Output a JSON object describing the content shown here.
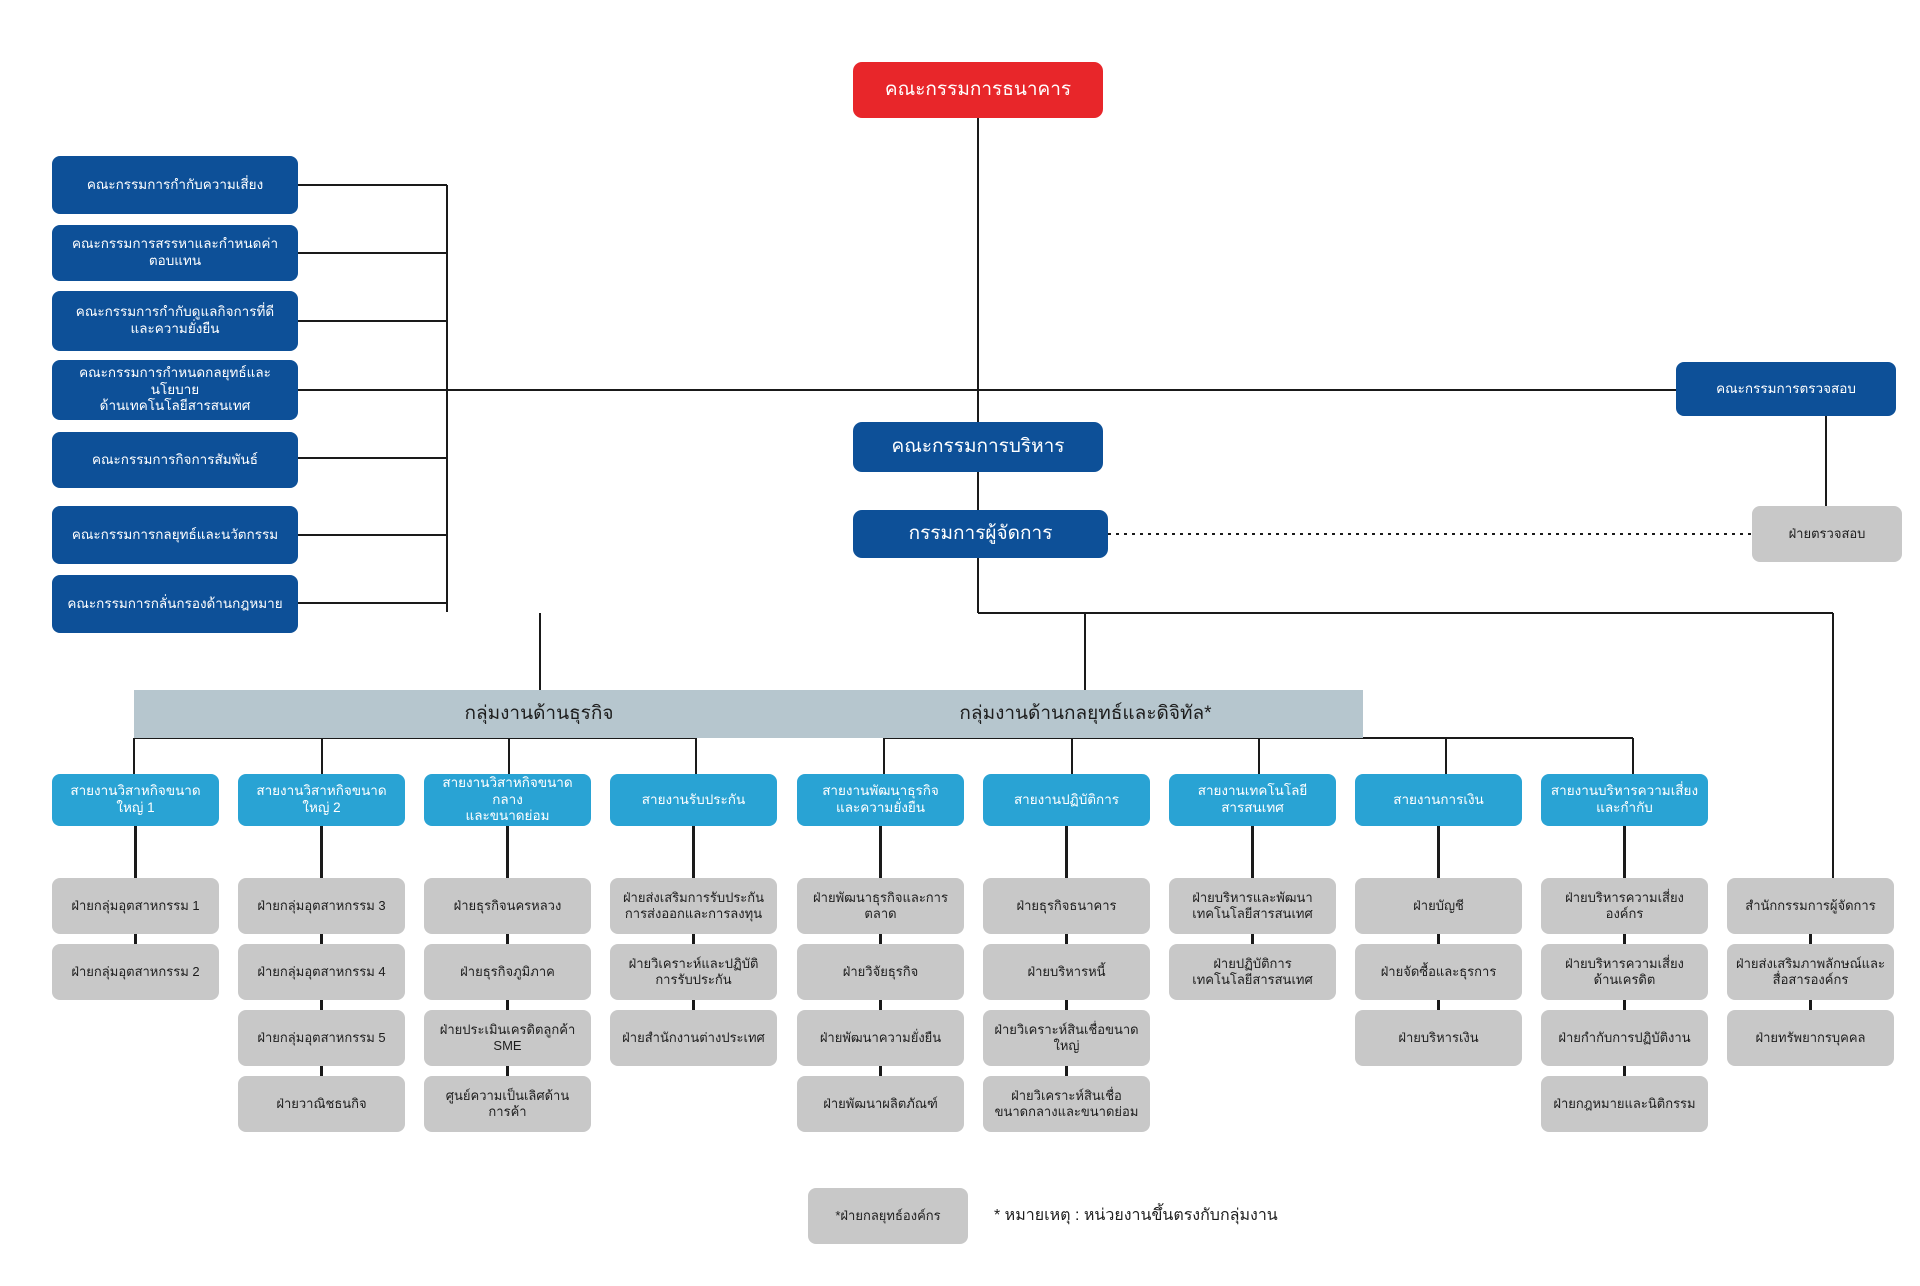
{
  "colors": {
    "root": "#e8262a",
    "blue": "#0d5098",
    "cyan": "#29a3d4",
    "group_header": "#b6c6ce",
    "gray": "#c8c8c8",
    "line": "#1a1a1a",
    "text_light": "#ffffff",
    "text_dark": "#1d1d1d"
  },
  "root": {
    "label": "คณะกรรมการธนาคาร"
  },
  "board_committees": [
    {
      "label": "คณะกรรมการกำกับความเสี่ยง"
    },
    {
      "label": "คณะกรรมการสรรหาและกำหนดค่าตอบแทน"
    },
    {
      "label": "คณะกรรมการกำกับดูแลกิจการที่ดี\nและความยั่งยืน"
    },
    {
      "label": "คณะกรรมการกำหนดกลยุทธ์และนโยบาย\nด้านเทคโนโลยีสารสนเทศ"
    },
    {
      "label": "คณะกรรมการกิจการสัมพันธ์"
    },
    {
      "label": "คณะกรรมการกลยุทธ์และนวัตกรรม"
    },
    {
      "label": "คณะกรรมการกลั่นกรองด้านกฎหมาย"
    }
  ],
  "executive": {
    "label": "คณะกรรมการบริหาร"
  },
  "managing_director": {
    "label": "กรรมการผู้จัดการ"
  },
  "audit_committee": {
    "label": "คณะกรรมการตรวจสอบ"
  },
  "audit_department": {
    "label": "ฝ่ายตรวจสอบ"
  },
  "groups": [
    {
      "label": "กลุ่มงานด้านธุรกิจ"
    },
    {
      "label": "กลุ่มงานด้านกลยุทธ์และดิจิทัล*"
    }
  ],
  "divisions": [
    {
      "label": "สายงานวิสาหกิจขนาดใหญ่ 1",
      "departments": [
        "ฝ่ายกลุ่มอุตสาหกรรม 1",
        "ฝ่ายกลุ่มอุตสาหกรรม 2"
      ]
    },
    {
      "label": "สายงานวิสาหกิจขนาดใหญ่ 2",
      "departments": [
        "ฝ่ายกลุ่มอุตสาหกรรม 3",
        "ฝ่ายกลุ่มอุตสาหกรรม 4",
        "ฝ่ายกลุ่มอุตสาหกรรม 5",
        "ฝ่ายวาณิชธนกิจ"
      ]
    },
    {
      "label": "สายงานวิสาหกิจขนาดกลาง\nและขนาดย่อม",
      "departments": [
        "ฝ่ายธุรกิจนครหลวง",
        "ฝ่ายธุรกิจภูมิภาค",
        "ฝ่ายประเมินเครดิตลูกค้า\nSME",
        "ศูนย์ความเป็นเลิศด้าน\nการค้า"
      ]
    },
    {
      "label": "สายงานรับประกัน",
      "departments": [
        "ฝ่ายส่งเสริมการรับประกัน\nการส่งออกและการลงทุน",
        "ฝ่ายวิเคราะห์และปฏิบัติ\nการรับประกัน",
        "ฝ่ายสำนักงานต่างประเทศ"
      ]
    },
    {
      "label": "สายงานพัฒนาธุรกิจ\nและความยั่งยืน",
      "departments": [
        "ฝ่ายพัฒนาธุรกิจและการตลาด",
        "ฝ่ายวิจัยธุรกิจ",
        "ฝ่ายพัฒนาความยั่งยืน",
        "ฝ่ายพัฒนาผลิตภัณฑ์"
      ]
    },
    {
      "label": "สายงานปฏิบัติการ",
      "departments": [
        "ฝ่ายธุรกิจธนาคาร",
        "ฝ่ายบริหารหนี้",
        "ฝ่ายวิเคราะห์สินเชื่อขนาดใหญ่",
        "ฝ่ายวิเคราะห์สินเชื่อ\nขนาดกลางและขนาดย่อม"
      ]
    },
    {
      "label": "สายงานเทคโนโลยีสารสนเทศ",
      "departments": [
        "ฝ่ายบริหารและพัฒนา\nเทคโนโลยีสารสนเทศ",
        "ฝ่ายปฏิบัติการ\nเทคโนโลยีสารสนเทศ"
      ]
    },
    {
      "label": "สายงานการเงิน",
      "departments": [
        "ฝ่ายบัญชี",
        "ฝ่ายจัดซื้อและธุรการ",
        "ฝ่ายบริหารเงิน"
      ]
    },
    {
      "label": "สายงานบริหารความเสี่ยง\nและกำกับ",
      "departments": [
        "ฝ่ายบริหารความเสี่ยงองค์กร",
        "ฝ่ายบริหารความเสี่ยง\nด้านเครดิต",
        "ฝ่ายกำกับการปฏิบัติงาน",
        "ฝ่ายกฎหมายและนิติกรรม"
      ]
    }
  ],
  "direct_reports": {
    "departments": [
      "สำนักกรรมการผู้จัดการ",
      "ฝ่ายส่งเสริมภาพลักษณ์และ\nสื่อสารองค์กร",
      "ฝ่ายทรัพยากรบุคคล"
    ]
  },
  "footnote_box": {
    "label": "*ฝ่ายกลยุทธ์องค์กร"
  },
  "footnote_text": {
    "label": "* หมายเหตุ : หน่วยงานขึ้นตรงกับกลุ่มงาน"
  }
}
